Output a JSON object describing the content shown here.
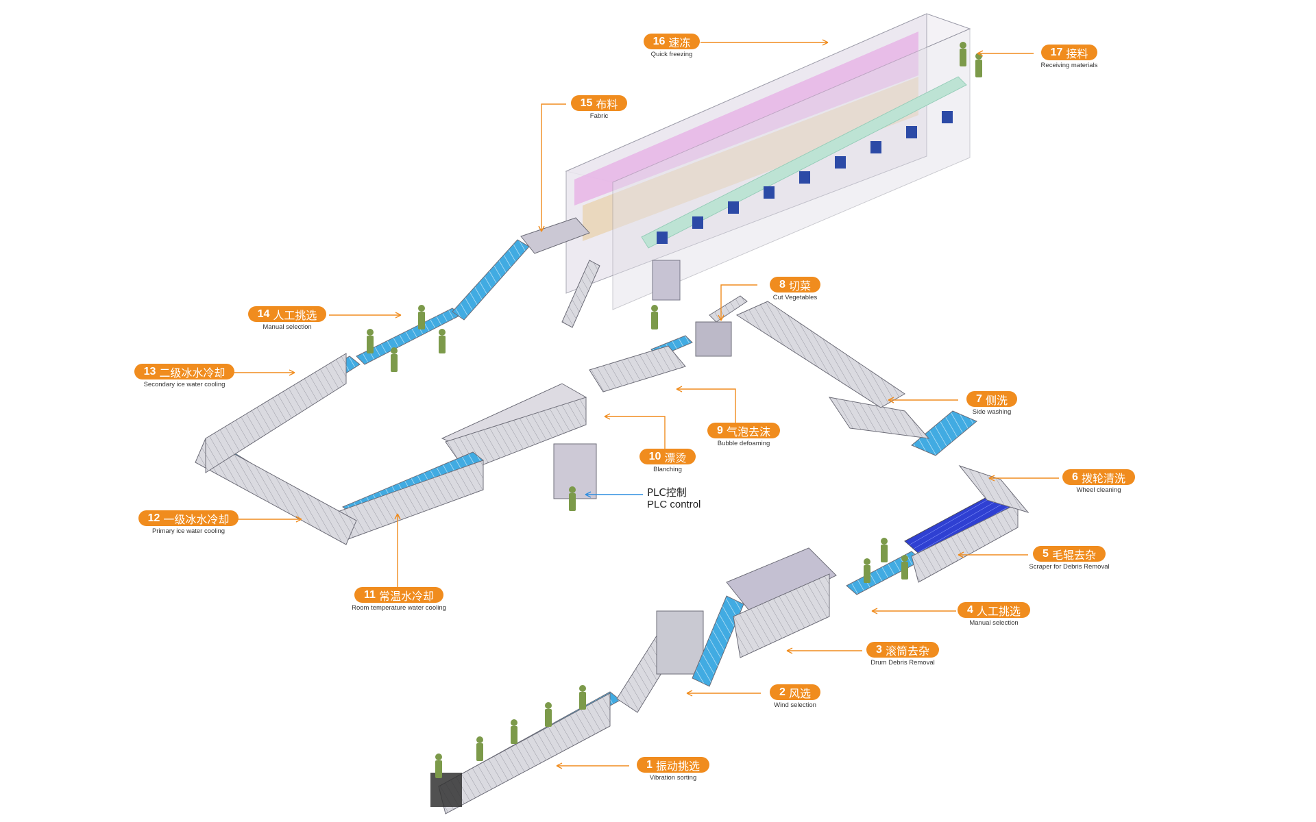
{
  "callouts": [
    {
      "num": "1",
      "cn": "振动挑选",
      "en": "Vibration sorting"
    },
    {
      "num": "2",
      "cn": "风选",
      "en": "Wind selection"
    },
    {
      "num": "3",
      "cn": "滚筒去杂",
      "en": "Drum Debris Removal"
    },
    {
      "num": "4",
      "cn": "人工挑选",
      "en": "Manual selection"
    },
    {
      "num": "5",
      "cn": "毛辊去杂",
      "en": "Scraper for Debris Removal"
    },
    {
      "num": "6",
      "cn": "拨轮清洗",
      "en": "Wheel cleaning"
    },
    {
      "num": "7",
      "cn": "侧洗",
      "en": "Side washing"
    },
    {
      "num": "8",
      "cn": "切菜",
      "en": "Cut Vegetables"
    },
    {
      "num": "9",
      "cn": "气泡去沫",
      "en": "Bubble defoaming"
    },
    {
      "num": "10",
      "cn": "漂烫",
      "en": "Blanching"
    },
    {
      "num": "11",
      "cn": "常温水冷却",
      "en": "Room temperature water cooling"
    },
    {
      "num": "12",
      "cn": "一级冰水冷却",
      "en": "Primary ice water cooling"
    },
    {
      "num": "13",
      "cn": "二级冰水冷却",
      "en": "Secondary ice water cooling"
    },
    {
      "num": "14",
      "cn": "人工挑选",
      "en": "Manual selection"
    },
    {
      "num": "15",
      "cn": "布料",
      "en": "Fabric"
    },
    {
      "num": "16",
      "cn": "速冻",
      "en": "Quick freezing"
    },
    {
      "num": "17",
      "cn": "接料",
      "en": "Receiving materials"
    }
  ],
  "plc": {
    "cn": "PLC控制",
    "en": "PLC control"
  },
  "colors": {
    "callout": "#f08c1e",
    "belt": "#3fa9e0",
    "roller": "#2f3fd0",
    "frame": "#a8a8b0",
    "freezer_pink": "#e7b2e6",
    "freezer_green": "#9fe6c4",
    "arrow_blue": "#2f8ee0"
  }
}
